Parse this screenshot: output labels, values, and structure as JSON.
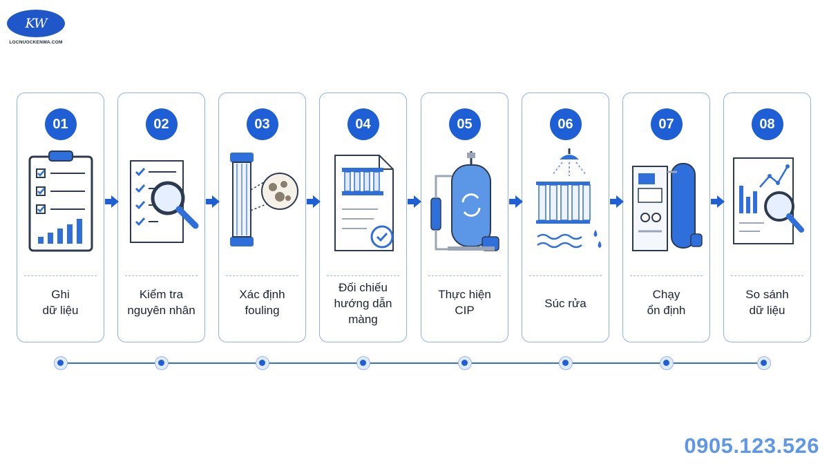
{
  "brand": {
    "logo_text": "KW",
    "website": "LOCNUOCKENWA.COM",
    "primary_color": "#1f5fd6",
    "accent_color": "#5f97e8"
  },
  "steps": [
    {
      "number": "01",
      "label_lines": [
        "Ghi",
        "dữ liệu"
      ],
      "icon": "clipboard-chart-icon"
    },
    {
      "number": "02",
      "label_lines": [
        "Kiểm tra",
        "nguyên nhân"
      ],
      "icon": "checklist-magnifier-icon"
    },
    {
      "number": "03",
      "label_lines": [
        "Xác định",
        "fouling"
      ],
      "icon": "membrane-fouling-icon"
    },
    {
      "number": "04",
      "label_lines": [
        "Đối chiếu",
        "hướng dẫn",
        "màng"
      ],
      "icon": "document-check-icon"
    },
    {
      "number": "05",
      "label_lines": [
        "Thực hiện",
        "CIP"
      ],
      "icon": "cip-tank-icon"
    },
    {
      "number": "06",
      "label_lines": [
        "Súc rửa"
      ],
      "icon": "rinse-shower-icon"
    },
    {
      "number": "07",
      "label_lines": [
        "Chạy",
        "ổn định"
      ],
      "icon": "ro-system-icon"
    },
    {
      "number": "08",
      "label_lines": [
        "So sánh",
        "dữ liệu"
      ],
      "icon": "report-analysis-icon"
    }
  ],
  "contact": {
    "phone": "0905.123.526"
  }
}
